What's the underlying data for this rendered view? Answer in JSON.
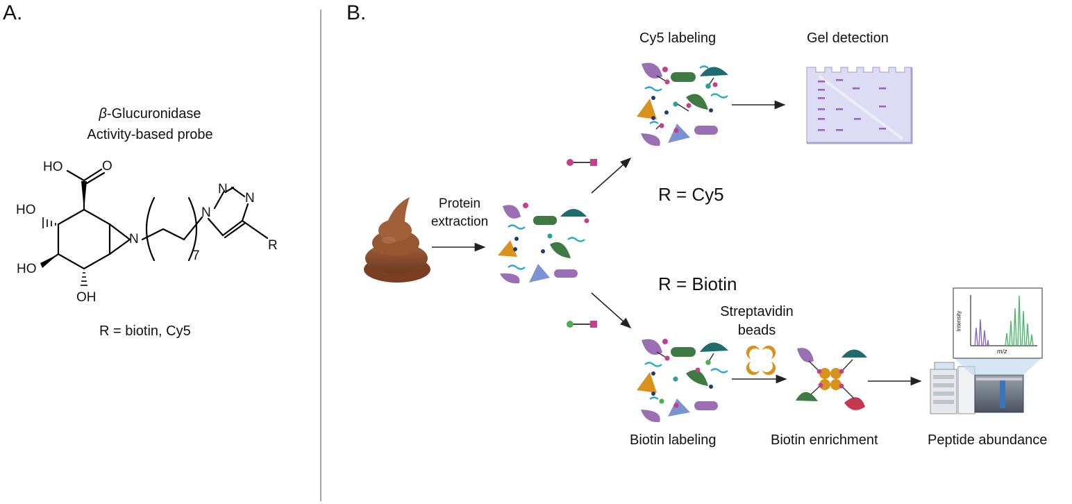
{
  "panels": {
    "a": "A.",
    "b": "B."
  },
  "probe": {
    "title_symbol": "β",
    "title_rest": "-Glucuronidase",
    "subtitle": "Activity-based probe",
    "r_definition": "R = biotin, Cy5",
    "atoms": {
      "ho_acid": "HO",
      "o_acid": "O",
      "ho1": "HO",
      "ho2": "HO",
      "oh": "OH",
      "n_aziridine": "N",
      "n_triazole_1": "N",
      "n_triazole_2": "N",
      "n_triazole_3": "N",
      "repeat_count": "7",
      "r_group": "R"
    }
  },
  "workflow": {
    "extraction": "Protein\nextraction",
    "cy5_branch": {
      "label": "Cy5 labeling",
      "r_label": "R = Cy5",
      "gel": "Gel detection"
    },
    "biotin_branch": {
      "r_label": "R = Biotin",
      "beads": "Streptavidin\nbeads",
      "labeling": "Biotin labeling",
      "enrichment": "Biotin enrichment",
      "abundance": "Peptide abundance"
    },
    "spectrum": {
      "y_axis": "Intensity",
      "x_axis": "m/z"
    }
  },
  "colors": {
    "purple": "#9b6fb3",
    "green": "#3f7a45",
    "teal": "#1f6b6e",
    "orange": "#d9931c",
    "blue": "#7c93d1",
    "magenta": "#c2418e",
    "cyan": "#29a9c9",
    "navy": "#243a6b",
    "red": "#c4384f",
    "stool": "#8a4a2c",
    "gel": "#dcdcf4",
    "band": "#9a64c4"
  }
}
